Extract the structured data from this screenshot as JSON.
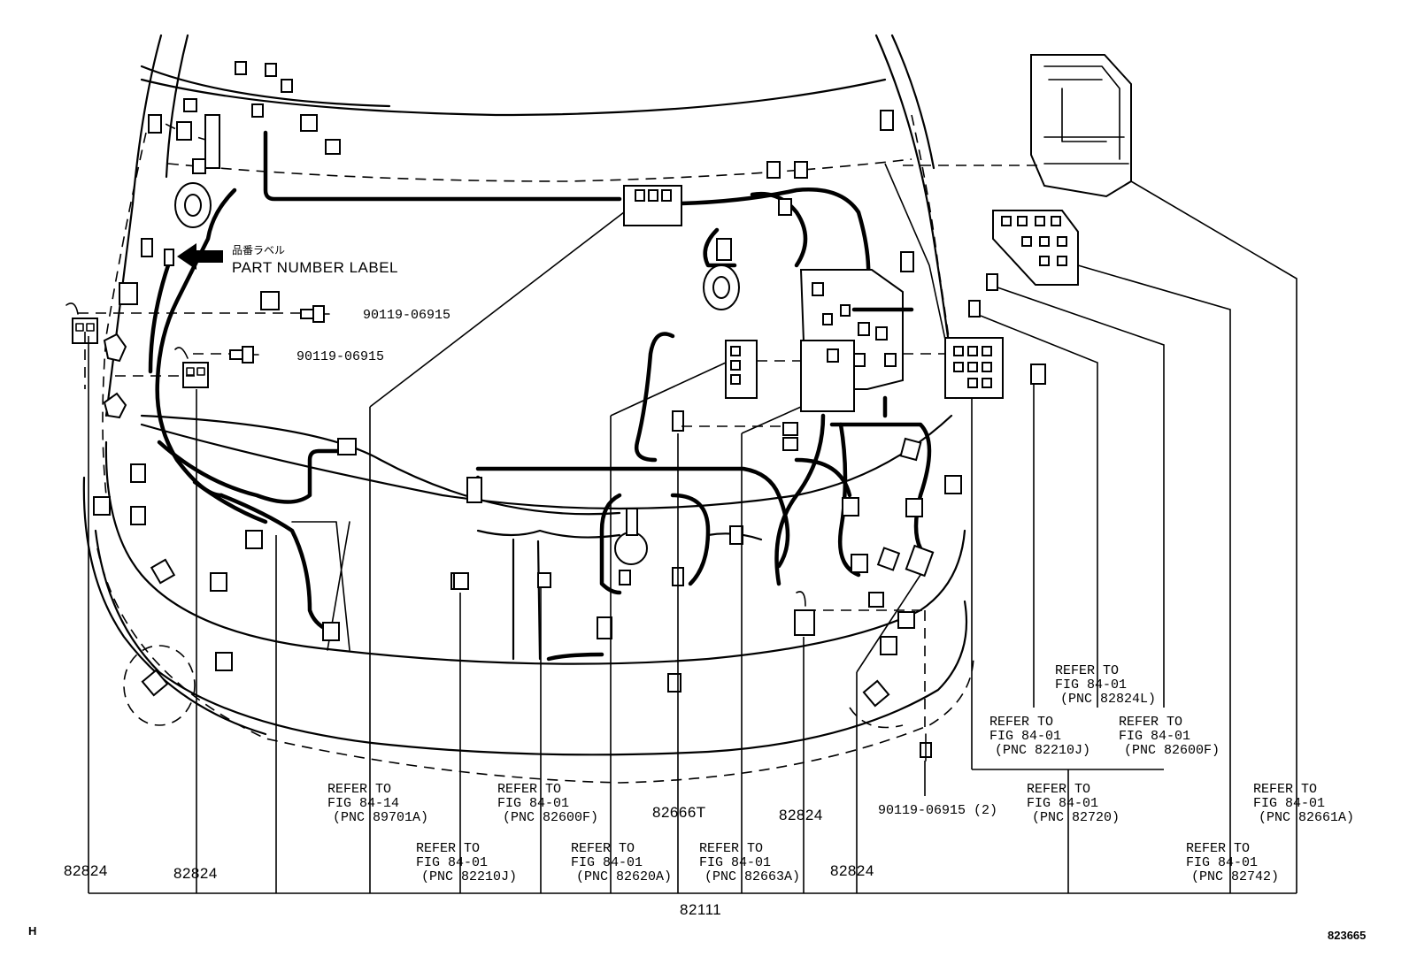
{
  "part_label": {
    "jp": "品番ラベル",
    "en": "PART NUMBER LABEL"
  },
  "bolts": {
    "top1": "90119-06915",
    "top2": "90119-06915",
    "bottom": "90119-06915 (2)"
  },
  "parts": {
    "left1": "82824",
    "left2": "82824",
    "p82666T": "82666T",
    "p82824_mid": "82824",
    "p82824_right": "82824",
    "main": "82111"
  },
  "refers": [
    {
      "l1": "REFER TO",
      "l2": "FIG 84-14",
      "l3": "(PNC 89701A)"
    },
    {
      "l1": "REFER TO",
      "l2": "FIG 84-01",
      "l3": "(PNC 82600F)"
    },
    {
      "l1": "REFER TO",
      "l2": "FIG 84-01",
      "l3": "(PNC 82210J)"
    },
    {
      "l1": "REFER TO",
      "l2": "FIG 84-01",
      "l3": "(PNC 82620A)"
    },
    {
      "l1": "REFER TO",
      "l2": "FIG 84-01",
      "l3": "(PNC 82663A)"
    },
    {
      "l1": "REFER TO",
      "l2": "FIG 84-01",
      "l3": "(PNC 82824L)"
    },
    {
      "l1": "REFER TO",
      "l2": "FIG 84-01",
      "l3": "(PNC 82210J)"
    },
    {
      "l1": "REFER TO",
      "l2": "FIG 84-01",
      "l3": "(PNC 82600F)"
    },
    {
      "l1": "REFER TO",
      "l2": "FIG 84-01",
      "l3": "(PNC 82720)"
    },
    {
      "l1": "REFER TO",
      "l2": "FIG 84-01",
      "l3": "(PNC 82661A)"
    },
    {
      "l1": "REFER TO",
      "l2": "FIG 84-01",
      "l3": "(PNC 82742)"
    }
  ],
  "corner": {
    "left": "H",
    "right": "823665"
  }
}
